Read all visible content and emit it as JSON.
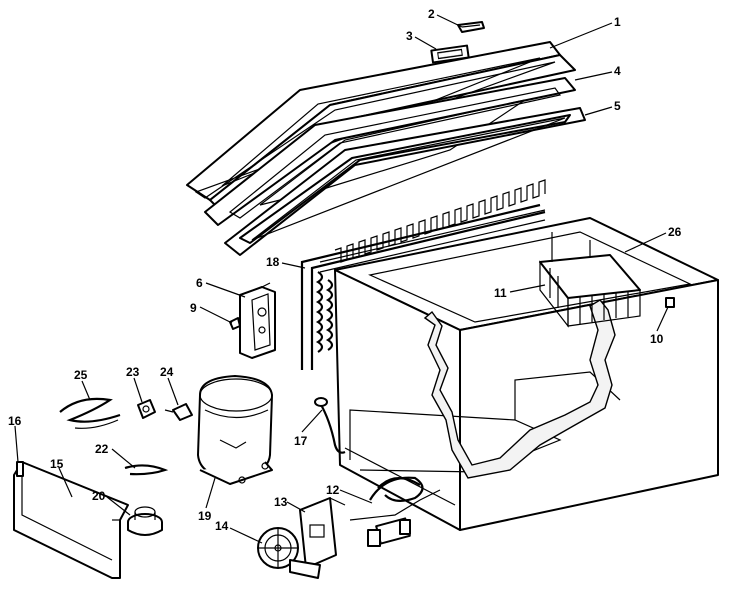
{
  "parts": [
    {
      "id": "p1",
      "label": "1"
    },
    {
      "id": "p2",
      "label": "2"
    },
    {
      "id": "p3",
      "label": "3"
    },
    {
      "id": "p4",
      "label": "4"
    },
    {
      "id": "p5",
      "label": "5"
    },
    {
      "id": "p6",
      "label": "6"
    },
    {
      "id": "p9",
      "label": "9"
    },
    {
      "id": "p10",
      "label": "10"
    },
    {
      "id": "p11",
      "label": "11"
    },
    {
      "id": "p12",
      "label": "12"
    },
    {
      "id": "p13",
      "label": "13"
    },
    {
      "id": "p14",
      "label": "14"
    },
    {
      "id": "p15",
      "label": "15"
    },
    {
      "id": "p16",
      "label": "16"
    },
    {
      "id": "p17",
      "label": "17"
    },
    {
      "id": "p18",
      "label": "18"
    },
    {
      "id": "p19",
      "label": "19"
    },
    {
      "id": "p20",
      "label": "20"
    },
    {
      "id": "p22",
      "label": "22"
    },
    {
      "id": "p23",
      "label": "23"
    },
    {
      "id": "p24",
      "label": "24"
    },
    {
      "id": "p25",
      "label": "25"
    },
    {
      "id": "p26",
      "label": "26"
    }
  ]
}
